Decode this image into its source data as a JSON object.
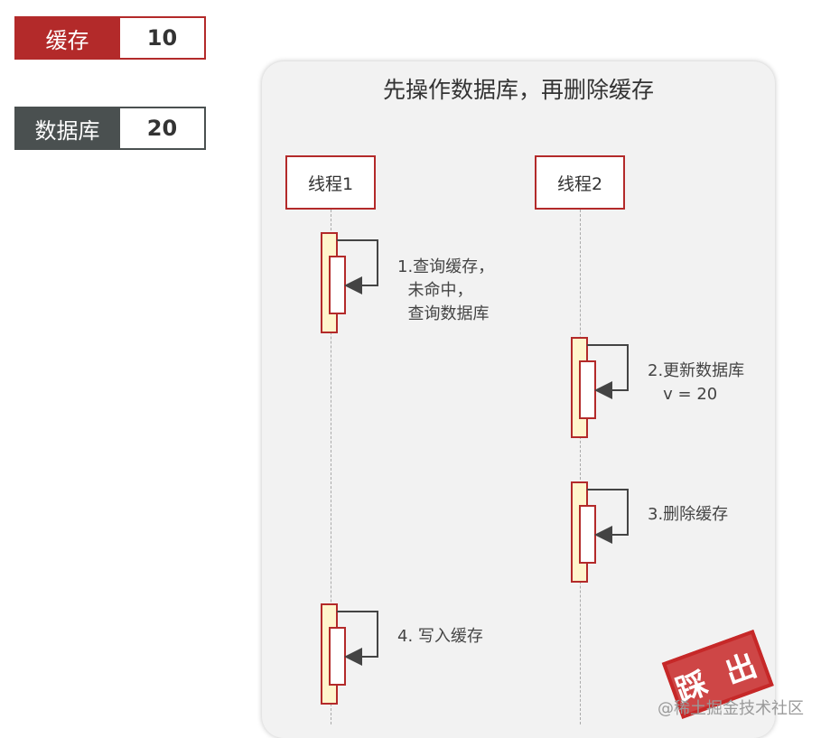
{
  "cache": {
    "label": "缓存",
    "value": "10"
  },
  "database": {
    "label": "数据库",
    "value": "20"
  },
  "diagram": {
    "title": "先操作数据库，再删除缓存",
    "threads": [
      "线程1",
      "线程2"
    ],
    "steps": [
      {
        "thread": 1,
        "text": "1.查询缓存，\n  未命中，\n  查询数据库"
      },
      {
        "thread": 2,
        "text": "2.更新数据库\n   v = 20"
      },
      {
        "thread": 2,
        "text": "3.删除缓存"
      },
      {
        "thread": 1,
        "text": "4. 写入缓存"
      }
    ]
  },
  "stamp": {
    "text": "踩 出"
  },
  "watermark": "@稀土掘金技术社区",
  "colors": {
    "red": "#b32a2a",
    "dark": "#4a5050",
    "activation_fill": "#fff5cc"
  }
}
